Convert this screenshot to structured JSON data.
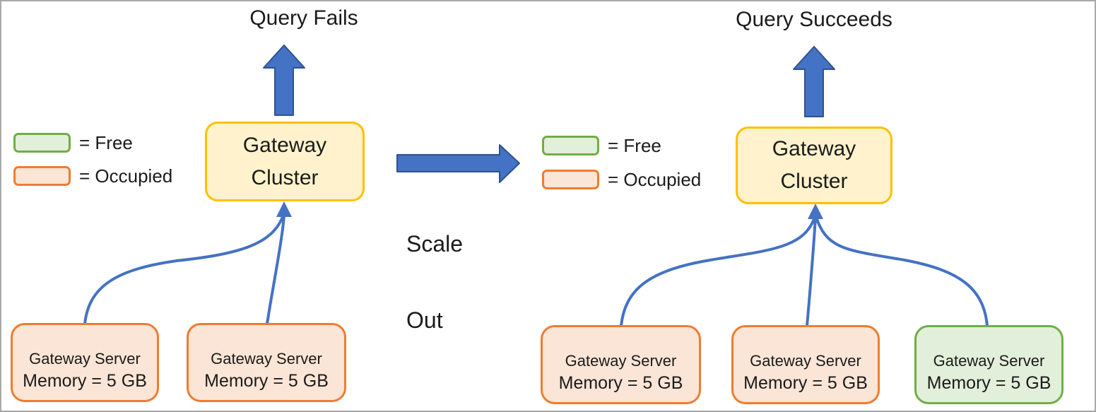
{
  "left": {
    "title": "Query Fails",
    "legend": {
      "free": "= Free",
      "occupied": "= Occupied"
    },
    "cluster": {
      "line1": "Gateway",
      "line2": "Cluster"
    },
    "servers": [
      {
        "line1": "Gateway Server",
        "line2": "Memory = 5 GB",
        "state": "occupied"
      },
      {
        "line1": "Gateway Server",
        "line2": "Memory = 5 GB",
        "state": "occupied"
      }
    ]
  },
  "middle": {
    "label_line1": "Scale",
    "label_line2": "Out"
  },
  "right": {
    "title": "Query Succeeds",
    "legend": {
      "free": "= Free",
      "occupied": "= Occupied"
    },
    "cluster": {
      "line1": "Gateway",
      "line2": "Cluster"
    },
    "servers": [
      {
        "line1": "Gateway Server",
        "line2": "Memory = 5 GB",
        "state": "occupied"
      },
      {
        "line1": "Gateway Server",
        "line2": "Memory = 5 GB",
        "state": "occupied"
      },
      {
        "line1": "Gateway Server",
        "line2": "Memory = 5 GB",
        "state": "free"
      }
    ]
  },
  "colors": {
    "cluster_fill": "#FFF2CC",
    "cluster_border": "#FFC000",
    "occupied_fill": "#FBE5D6",
    "occupied_border": "#ED7D31",
    "free_fill": "#E2EFDA",
    "free_border": "#70AD47",
    "arrow_fill": "#4472C4",
    "arrow_outline": "#2F528F",
    "connector": "#4472C4",
    "text": "#1B1B1B",
    "frame": "#A9A9A9"
  }
}
